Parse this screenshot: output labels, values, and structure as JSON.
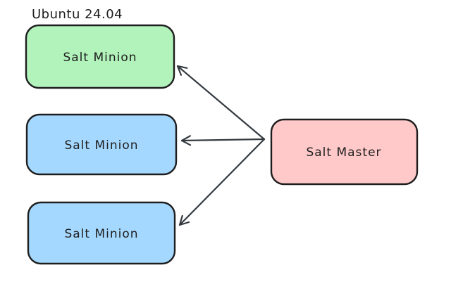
{
  "diagram": {
    "annotation": "Ubuntu 24.04",
    "colors": {
      "background": "#ffffff",
      "node_stroke": "#1e1e1e",
      "arrow_stroke": "#343a40",
      "text": "#1e1e1e",
      "green_fill": "#b2f2bb",
      "blue_fill": "#a5d8ff",
      "pink_fill": "#ffc9c9"
    },
    "nodes": [
      {
        "id": "minion-top",
        "label": "Salt Minion",
        "fill": "#b2f2bb",
        "stroke": "#1e1e1e",
        "note": "Ubuntu 24.04"
      },
      {
        "id": "minion-middle",
        "label": "Salt Minion",
        "fill": "#a5d8ff",
        "stroke": "#1e1e1e"
      },
      {
        "id": "minion-bottom",
        "label": "Salt Minion",
        "fill": "#a5d8ff",
        "stroke": "#1e1e1e"
      },
      {
        "id": "master",
        "label": "Salt Master",
        "fill": "#ffc9c9",
        "stroke": "#1e1e1e"
      }
    ],
    "edges": [
      {
        "from": "master",
        "to": "minion-top"
      },
      {
        "from": "master",
        "to": "minion-middle"
      },
      {
        "from": "master",
        "to": "minion-bottom"
      }
    ]
  }
}
